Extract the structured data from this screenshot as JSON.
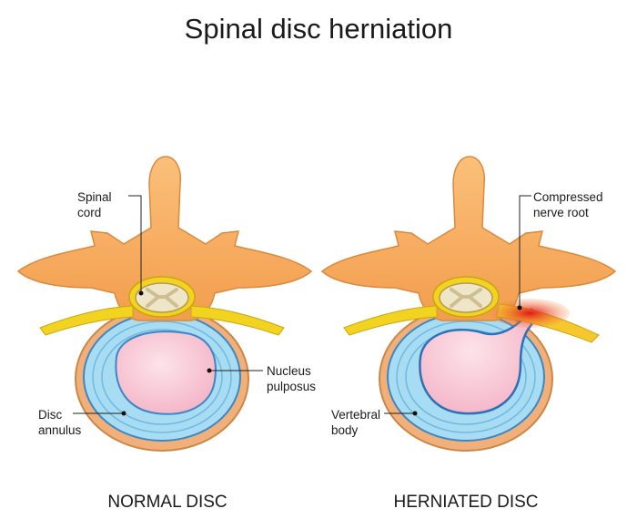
{
  "title": "Spinal disc herniation",
  "labels": {
    "spinal_cord": [
      "Spinal",
      "cord"
    ],
    "nucleus_pulposus": [
      "Nucleus",
      "pulposus"
    ],
    "disc_annulus": [
      "Disc",
      "annulus"
    ],
    "compressed_nerve_root": [
      "Compressed",
      "nerve root"
    ],
    "vertebral_body": [
      "Vertebral",
      "body"
    ]
  },
  "captions": {
    "normal": "NORMAL DISC",
    "herniated": "HERNIATED DISC"
  },
  "colors": {
    "bone": "#f6a65a",
    "bone_light": "#fbc585",
    "bone_outline": "#d98a3c",
    "nerve": "#f2d420",
    "nerve_dark": "#d9b412",
    "annulus": "#9fd6f0",
    "annulus_ring": "#3a7fc0",
    "nucleus": "#f7c6d3",
    "cord": "#ede3c2",
    "compression": "#e0201a"
  }
}
